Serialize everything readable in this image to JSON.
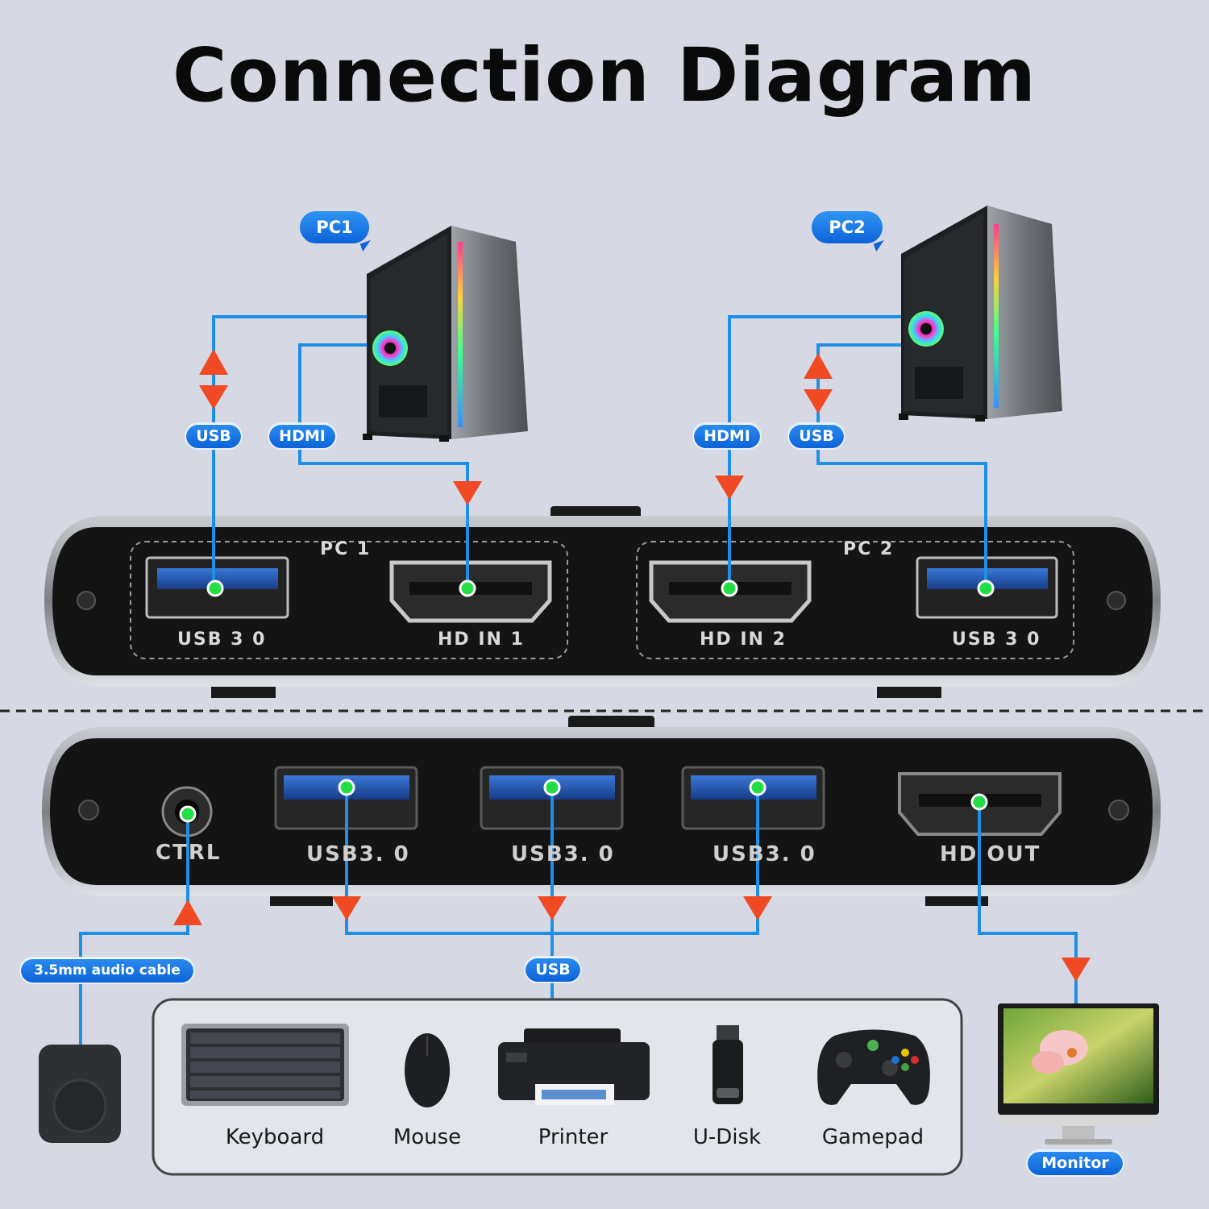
{
  "title": "Connection Diagram",
  "pc_labels": {
    "pc1": "PC1",
    "pc2": "PC2"
  },
  "cable_labels": {
    "usb_pc1": "USB",
    "hdmi_pc1": "HDMI",
    "hdmi_pc2": "HDMI",
    "usb_pc2": "USB",
    "usb_bottom": "USB",
    "audio": "3.5mm audio cable",
    "monitor": "Monitor"
  },
  "front_panel": {
    "group1": "PC 1",
    "group2": "PC 2",
    "port_usb_left": "USB 3 0",
    "port_hd_in1": "HD IN 1",
    "port_hd_in2": "HD IN 2",
    "port_usb_right": "USB 3 0"
  },
  "back_panel": {
    "ctrl": "CTRL",
    "usb1": "USB3. 0",
    "usb2": "USB3. 0",
    "usb3": "USB3. 0",
    "hd_out": "HD OUT"
  },
  "devices": [
    "Keyboard",
    "Mouse",
    "Printer",
    "U-Disk",
    "Gamepad"
  ],
  "colors": {
    "line": "#1f8fe6",
    "arrow": "#f04a24",
    "dot": "#22dd44",
    "pill": "#0d63d8",
    "panel": "#121212"
  }
}
